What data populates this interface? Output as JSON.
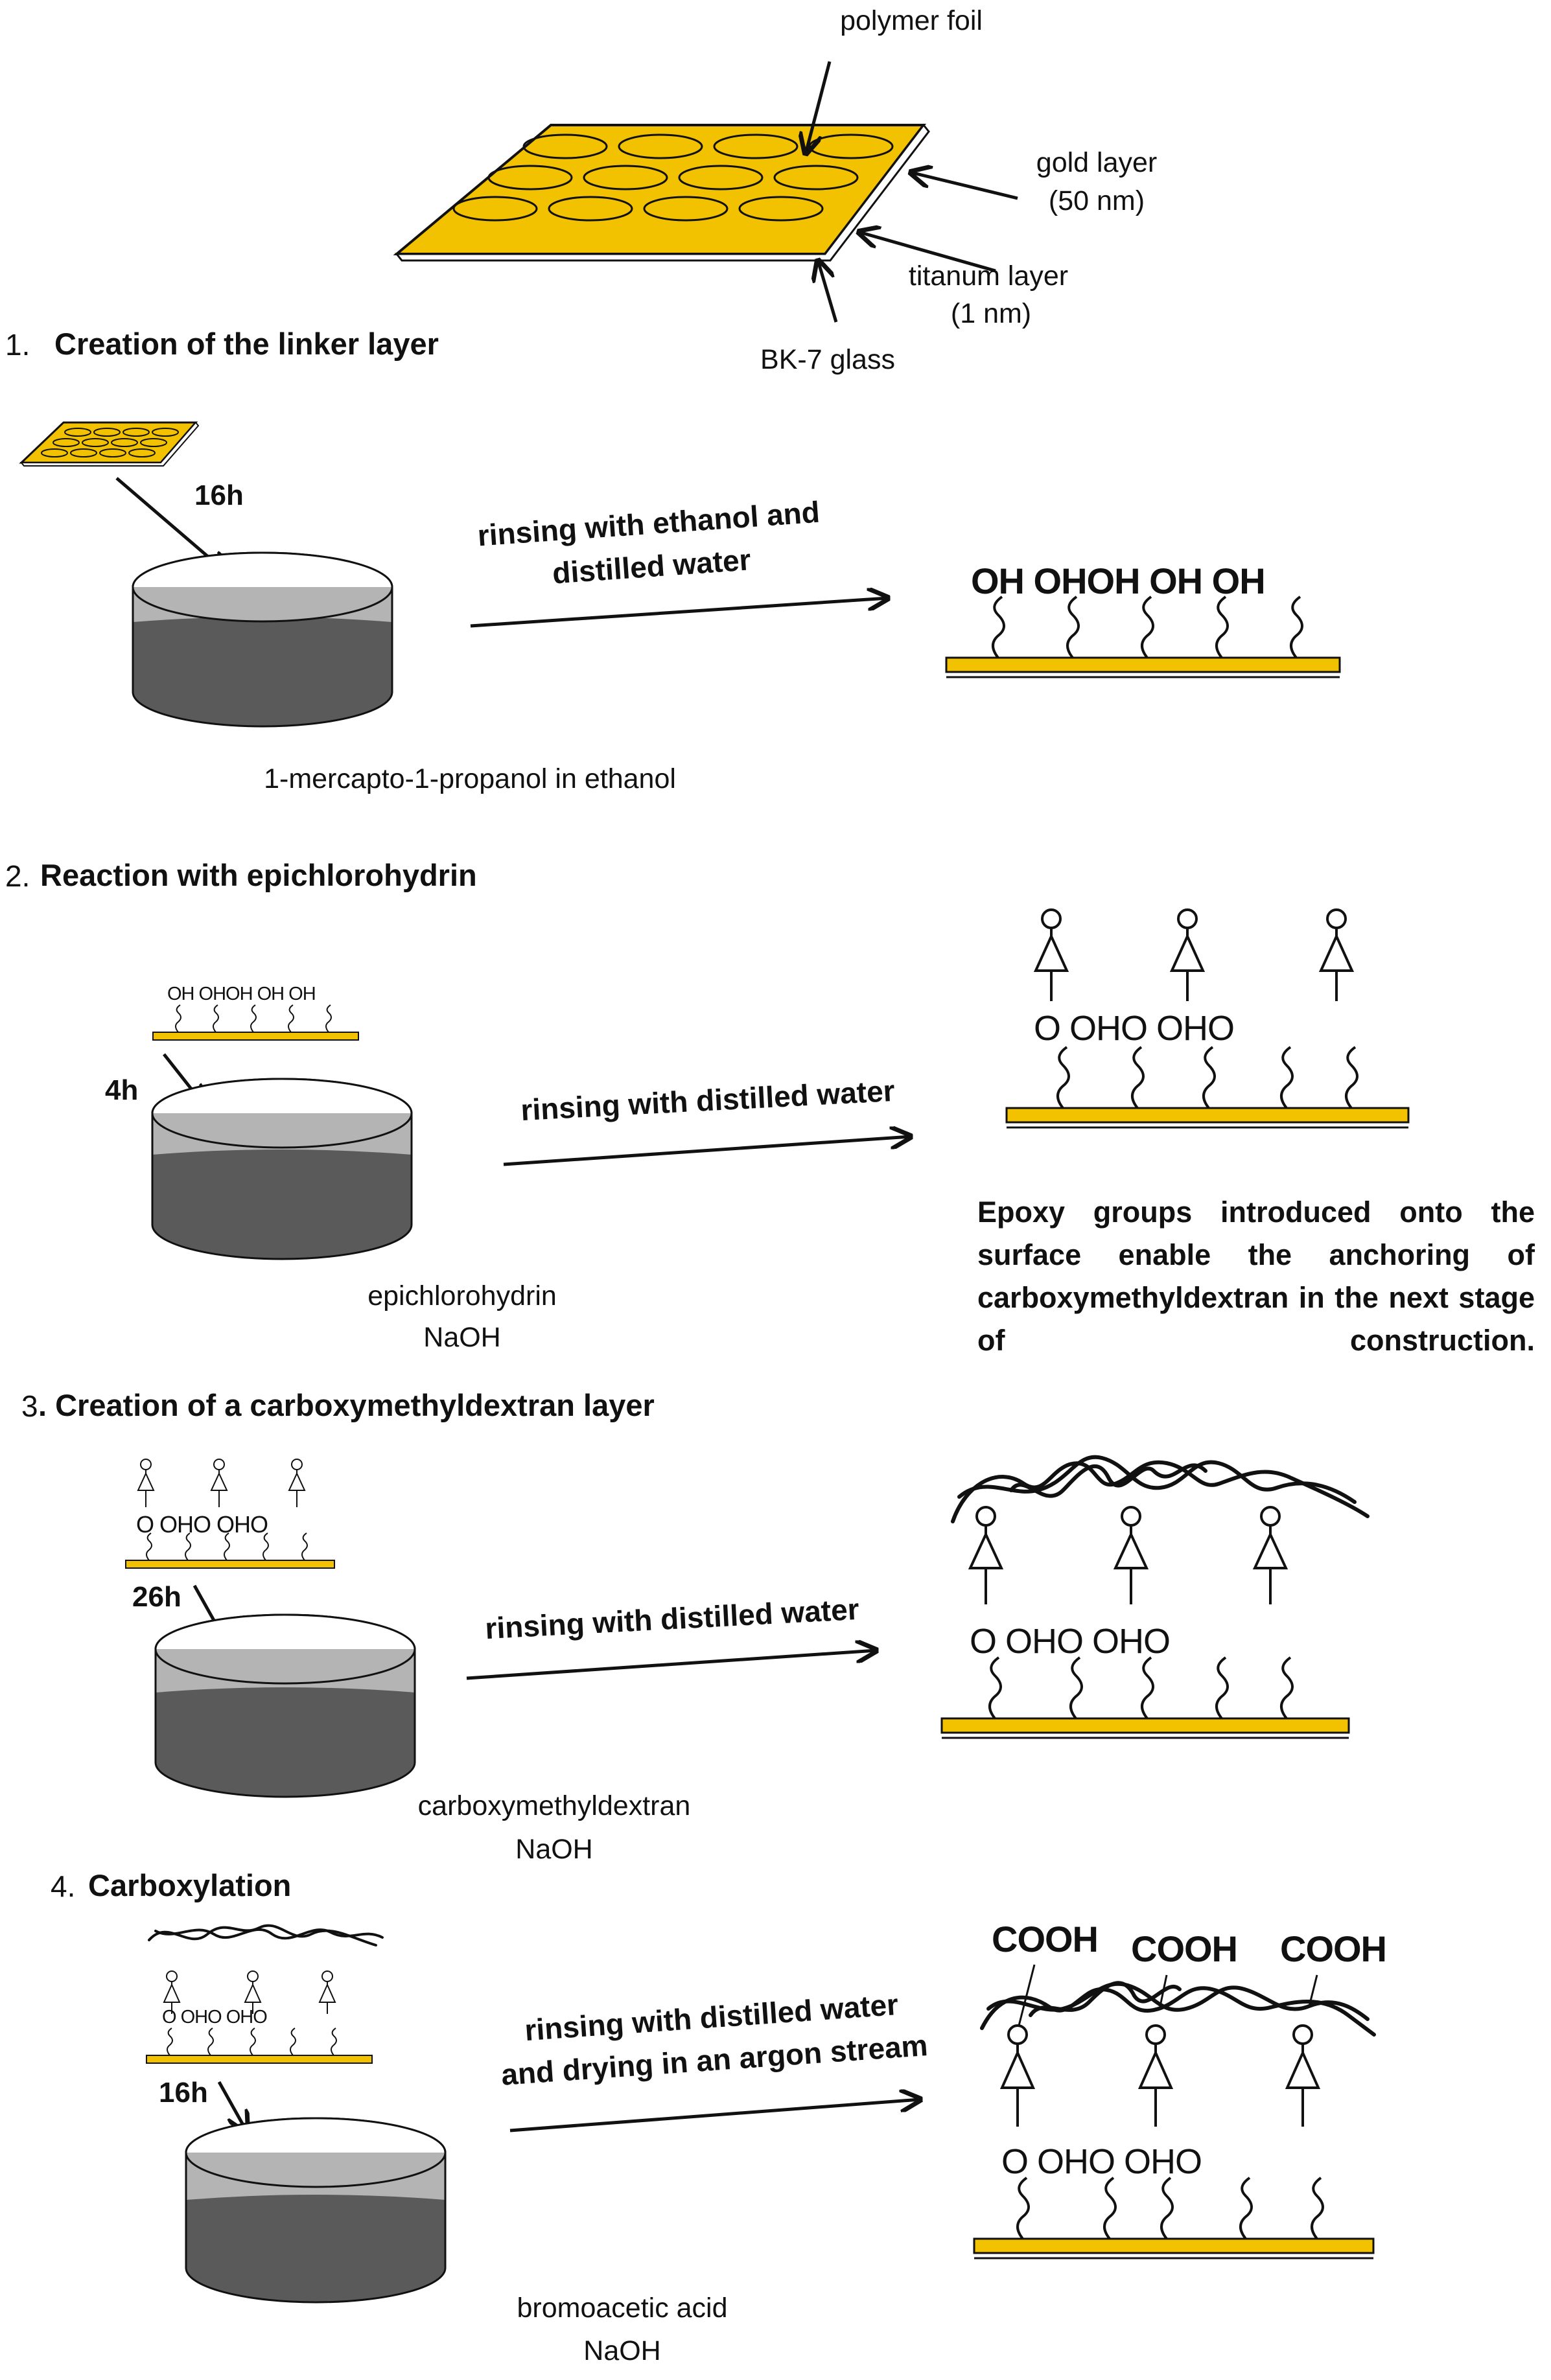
{
  "header_labels": {
    "polymer_foil": "polymer foil",
    "gold_layer_line1": "gold layer",
    "gold_layer_line2": "(50 nm)",
    "titanium_layer_line1": "titanum layer",
    "titanium_layer_line2": "(1 nm)",
    "bk7_glass": "BK-7 glass"
  },
  "steps": [
    {
      "number": "1.",
      "title": "Creation of the linker layer",
      "time": "16h",
      "rinse_line1": "rinsing with ethanol and",
      "rinse_line2": "distilled water",
      "reagent_line1": "1-mercapto-1-propanol in ethanol",
      "product_label": "OH OHOH OH OH",
      "input_label": ""
    },
    {
      "number": "2.",
      "title": "Reaction with epichlorohydrin",
      "time": "4h",
      "rinse_line1": "rinsing with distilled water",
      "reagent_line1": "epichlorohydrin",
      "reagent_line2": "NaOH",
      "input_label": "OH OHOH OH OH",
      "product_label": "O  OHO  OHO",
      "note": "Epoxy groups introduced onto the surface enable the anchoring of carboxymethyldextran in the next stage of construction."
    },
    {
      "number": "3",
      "title": ". Creation of a carboxymethyldextran layer",
      "time": "26h",
      "rinse_line1": "rinsing with distilled water",
      "reagent_line1": "carboxymethyldextran",
      "reagent_line2": "NaOH",
      "input_label": "O OHO OHO",
      "product_label": "O  OHO  OHO"
    },
    {
      "number": "4.",
      "title": "Carboxylation",
      "time": "16h",
      "rinse_line1": "rinsing with distilled water",
      "rinse_line2": "and drying in an argon stream",
      "reagent_line1": "bromoacetic acid",
      "reagent_line2": "NaOH",
      "input_label": "O OHO OHO",
      "product_label": "O  OHO  OHO",
      "carboxyl_labels": [
        "COOH",
        "COOH",
        "COOH"
      ]
    }
  ],
  "colors": {
    "gold": "#F2C100",
    "solution_dark": "#5a5a5a",
    "solution_light": "#b4b4b4",
    "ink": "#111111"
  }
}
